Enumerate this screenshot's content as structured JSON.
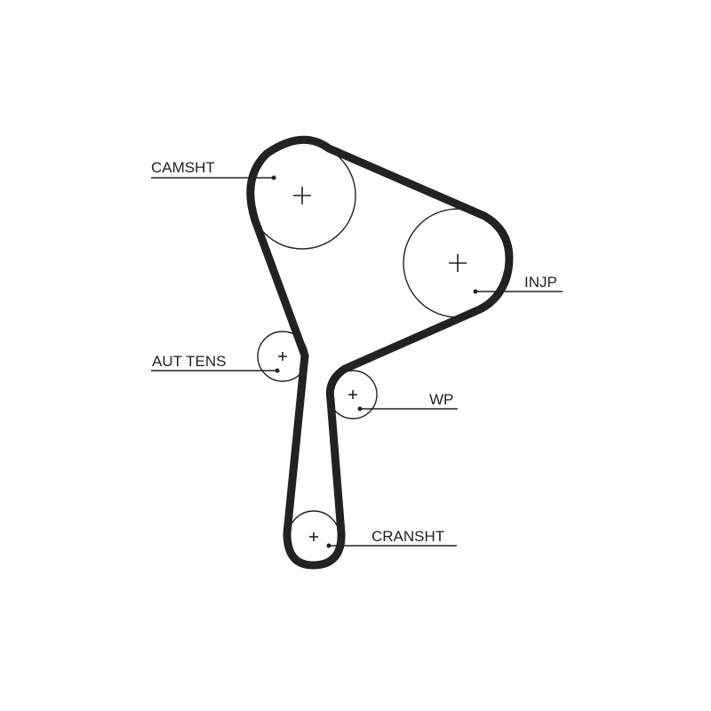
{
  "diagram": {
    "components": [
      {
        "id": "camshaft",
        "label": "CAMSHT"
      },
      {
        "id": "injection-pump",
        "label": "INJP"
      },
      {
        "id": "auto-tensioner",
        "label": "AUT TENS"
      },
      {
        "id": "water-pump",
        "label": "WP"
      },
      {
        "id": "crankshaft",
        "label": "CRANSHT"
      }
    ],
    "colors": {
      "line": "#222222",
      "background": "#ffffff"
    }
  }
}
